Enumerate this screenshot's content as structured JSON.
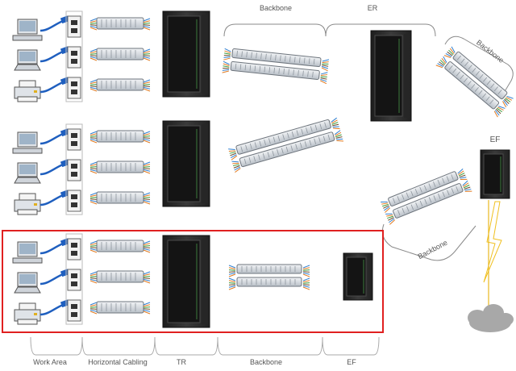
{
  "labels": {
    "top_backbone": "Backbone",
    "er": "ER",
    "right_backbone": "Backbone",
    "ef_right": "EF",
    "lower_backbone": "Backbone"
  },
  "zones": [
    {
      "key": "work-area",
      "label": "Work Area"
    },
    {
      "key": "horizontal-cabling",
      "label": "Horizontal Cabling"
    },
    {
      "key": "tr",
      "label": "TR"
    },
    {
      "key": "backbone",
      "label": "Backbone"
    },
    {
      "key": "ef",
      "label": "EF"
    }
  ],
  "rows": [
    {
      "group": 1,
      "devices": [
        "desktop",
        "laptop",
        "printer"
      ]
    },
    {
      "group": 2,
      "devices": [
        "desktop",
        "laptop",
        "printer"
      ]
    },
    {
      "group": 3,
      "devices": [
        "desktop",
        "laptop",
        "printer"
      ]
    }
  ],
  "colors": {
    "highlight": "#e02020",
    "cabinet": "#2b2b2b",
    "cable": "#1f5fbf",
    "patch_panel": "#d9dde2",
    "lightning": "#f0c020",
    "cloud": "#a8a8a8"
  }
}
